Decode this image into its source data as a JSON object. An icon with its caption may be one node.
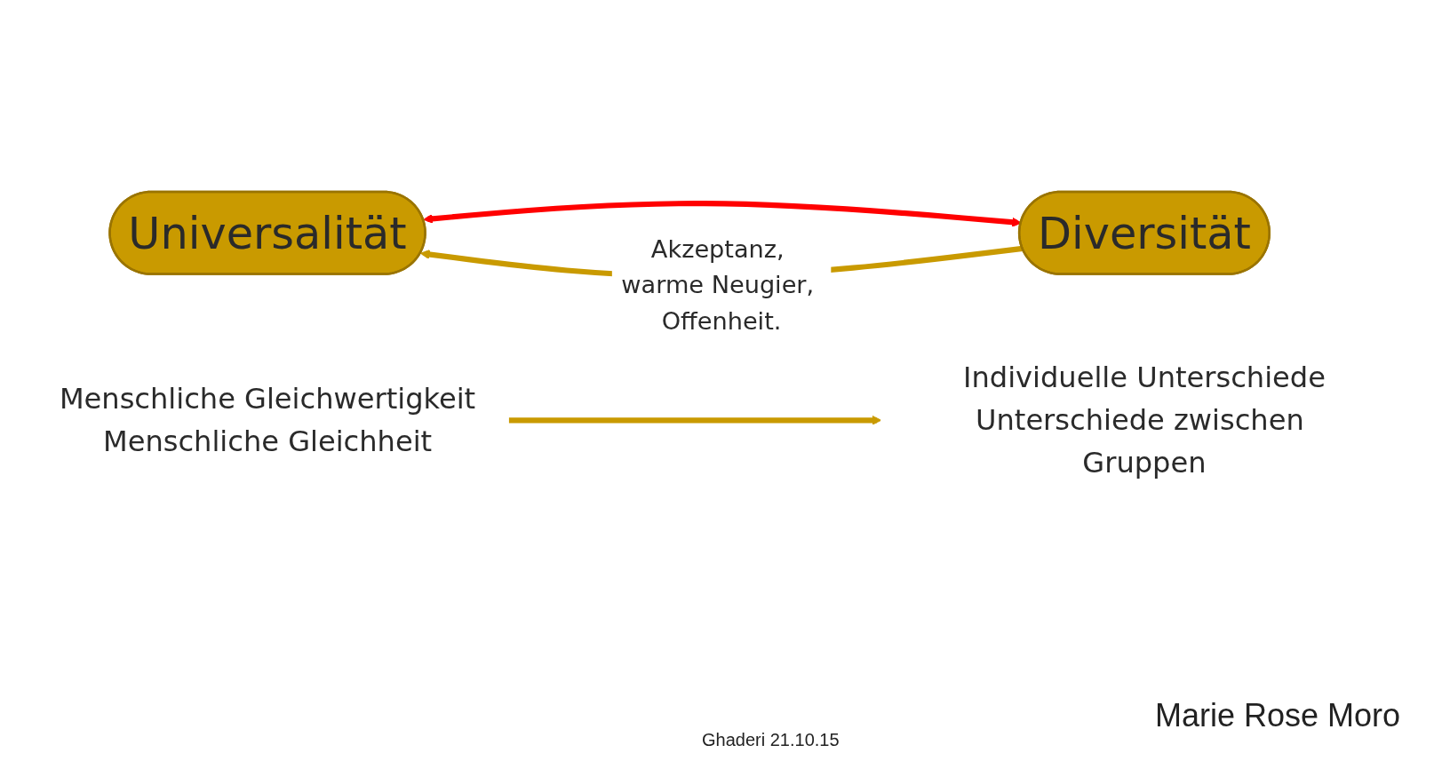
{
  "diagram": {
    "nodes": [
      {
        "text": [
          "Universalität"
        ]
      },
      {
        "text": [
          "Diversität"
        ]
      },
      {
        "text": [
          "Menschliche Gleichwertigkeit",
          "Menschliche Gleichheit"
        ]
      },
      {
        "text": [
          "Individuelle Unterschiede",
          "Unterschiede zwischen Gruppen"
        ]
      }
    ],
    "edges": [
      {
        "from": 1,
        "to": 0,
        "arrow": "to",
        "label": "Akzeptanz, warme Neugier, Offenheit."
      },
      {
        "from": 0,
        "to": 1,
        "arrow": "both",
        "color": "#ff0000"
      },
      {
        "from": 2,
        "to": 3,
        "arrow": "to"
      }
    ],
    "labels": [
      "Marie Rose Moro",
      "Ghaderi 21.10.15"
    ]
  }
}
